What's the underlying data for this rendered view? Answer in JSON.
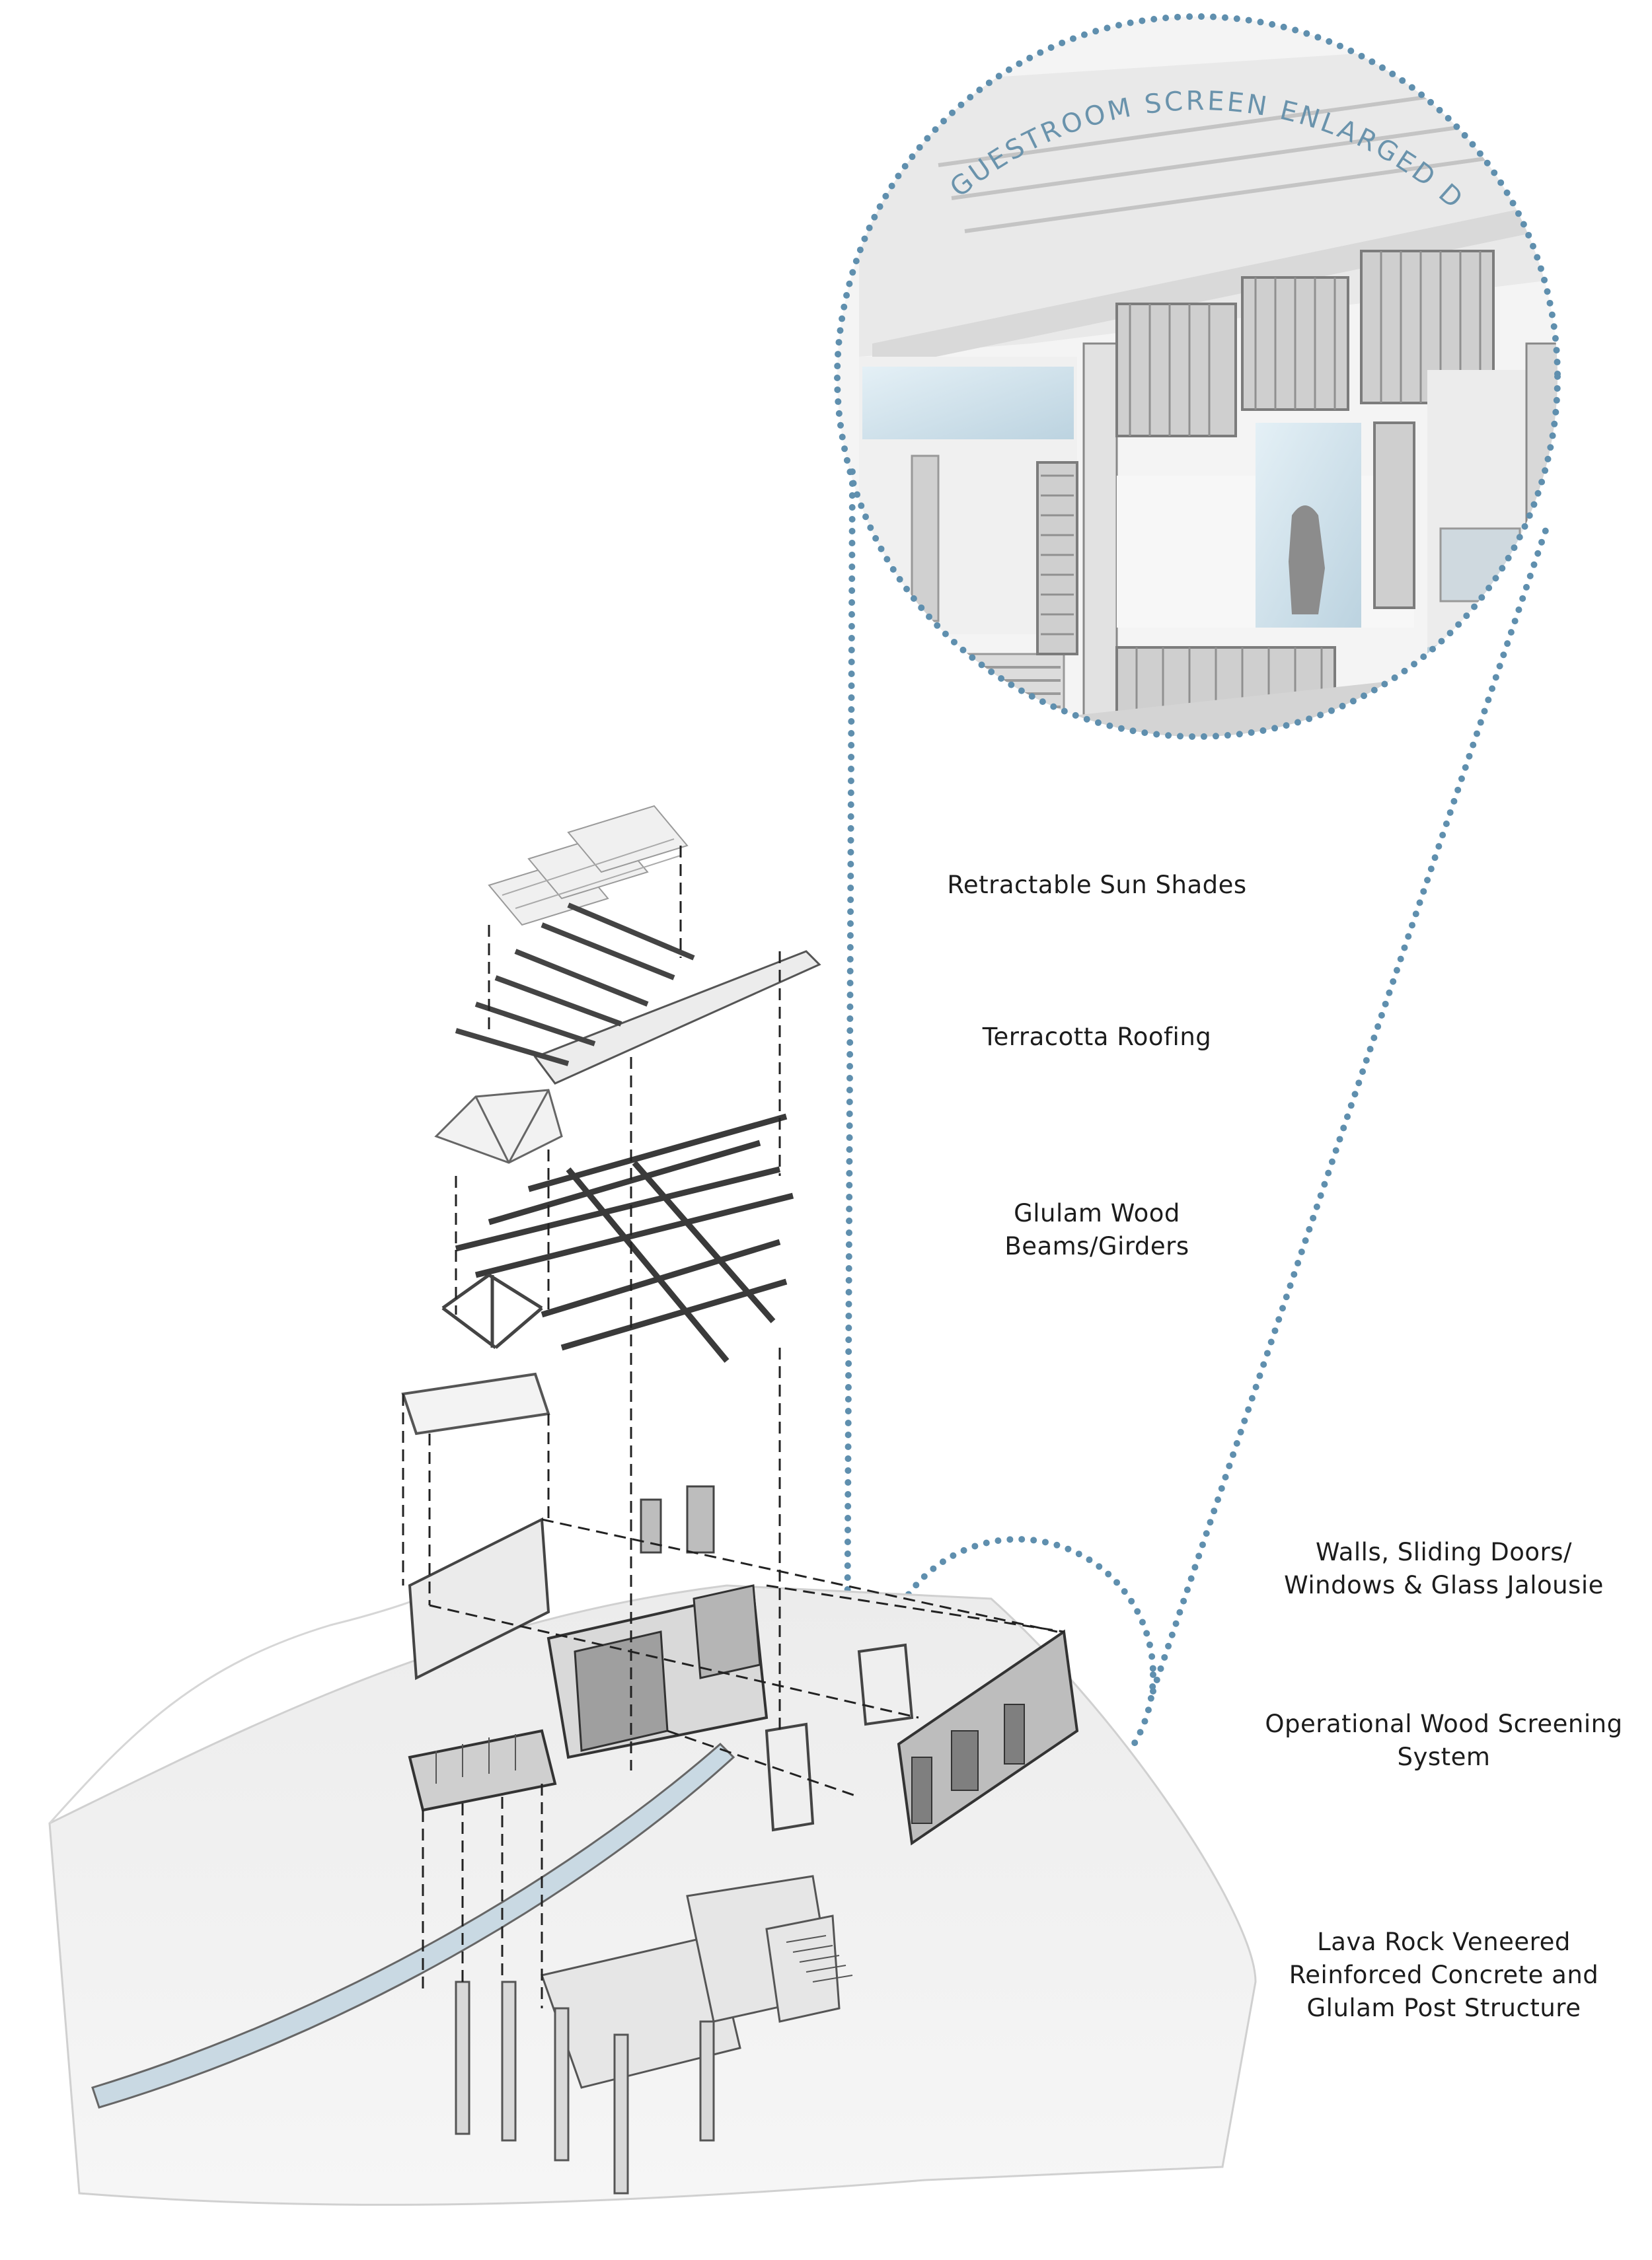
{
  "detail": {
    "title": "GUESTROOM SCREEN ENLARGED DETAIL"
  },
  "labels": {
    "sun_shades": "Retractable Sun Shades",
    "roofing": "Terracotta Roofing",
    "beams": {
      "line1": "Glulam Wood",
      "line2": "Beams/Girders"
    },
    "walls": {
      "line1": "Walls, Sliding Doors/",
      "line2": "Windows & Glass Jalousie"
    },
    "screening": {
      "line1": "Operational Wood Screening",
      "line2": "System"
    },
    "foundation": {
      "line1": "Lava Rock Veneered",
      "line2": "Reinforced Concrete and",
      "line3": "Glulam Post Structure"
    }
  },
  "colors": {
    "dotted_outline": "#5f8fae",
    "title": "#6a93ac",
    "line_work": "#333333",
    "text": "#1c1c1c"
  }
}
